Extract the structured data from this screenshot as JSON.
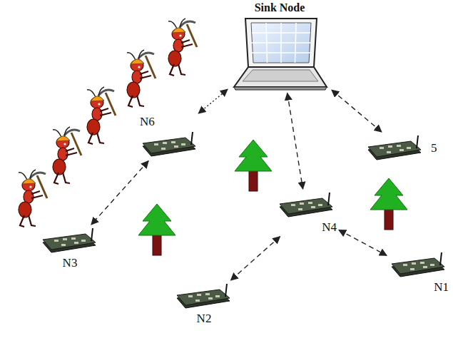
{
  "diagram": {
    "nodes": [
      {
        "text": [
          "Sink Node"
        ]
      },
      {
        "text": [
          "N6"
        ]
      },
      {
        "text": [
          "5"
        ]
      },
      {
        "text": [
          "N4"
        ]
      },
      {
        "text": [
          "N3"
        ]
      },
      {
        "text": [
          "N2"
        ]
      },
      {
        "text": [
          "N1"
        ]
      }
    ],
    "edges": [
      {
        "from": 0,
        "to": 1,
        "arrow": "both"
      },
      {
        "from": 1,
        "to": 4,
        "arrow": "both"
      },
      {
        "from": 0,
        "to": 3,
        "arrow": "both"
      },
      {
        "from": 0,
        "to": 2,
        "arrow": "both"
      },
      {
        "from": 3,
        "to": 5,
        "arrow": "both"
      },
      {
        "from": 3,
        "to": 6,
        "arrow": "both"
      }
    ]
  }
}
